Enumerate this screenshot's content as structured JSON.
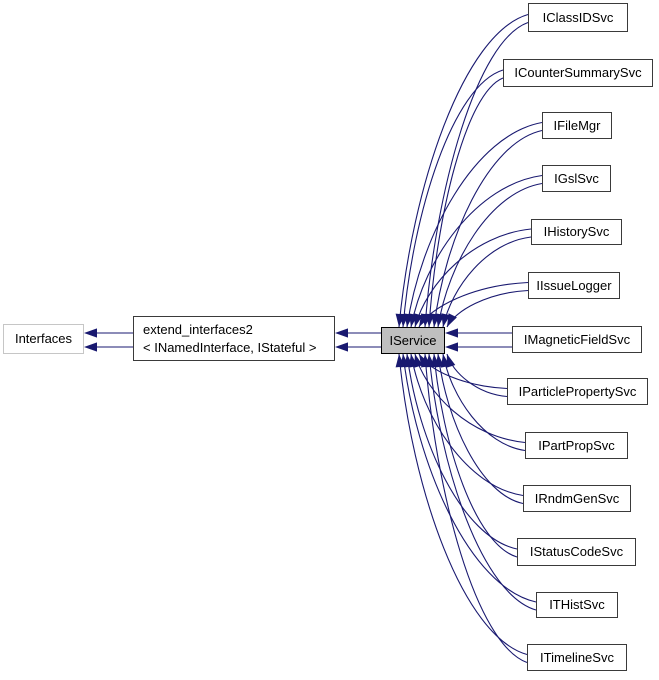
{
  "colors": {
    "edge": "#191970",
    "node_fill": "#ffffff",
    "node_border": "#3a3a3a",
    "focus_fill": "#bfbfbf",
    "focus_border": "#000000",
    "external_border": "#c6c6c6"
  },
  "nodes": {
    "interfaces": {
      "label": "Interfaces"
    },
    "extend_interfaces2": {
      "line1": "extend_interfaces2",
      "line2": "< INamedInterface, IStateful >"
    },
    "iservice": {
      "label": "IService"
    },
    "derived": [
      {
        "label": "IClassIDSvc"
      },
      {
        "label": "ICounterSummarySvc"
      },
      {
        "label": "IFileMgr"
      },
      {
        "label": "IGslSvc"
      },
      {
        "label": "IHistorySvc"
      },
      {
        "label": "IIssueLogger"
      },
      {
        "label": "IMagneticFieldSvc"
      },
      {
        "label": "IParticlePropertySvc"
      },
      {
        "label": "IPartPropSvc"
      },
      {
        "label": "IRndmGenSvc"
      },
      {
        "label": "IStatusCodeSvc"
      },
      {
        "label": "ITHistSvc"
      },
      {
        "label": "ITimelineSvc"
      }
    ]
  }
}
